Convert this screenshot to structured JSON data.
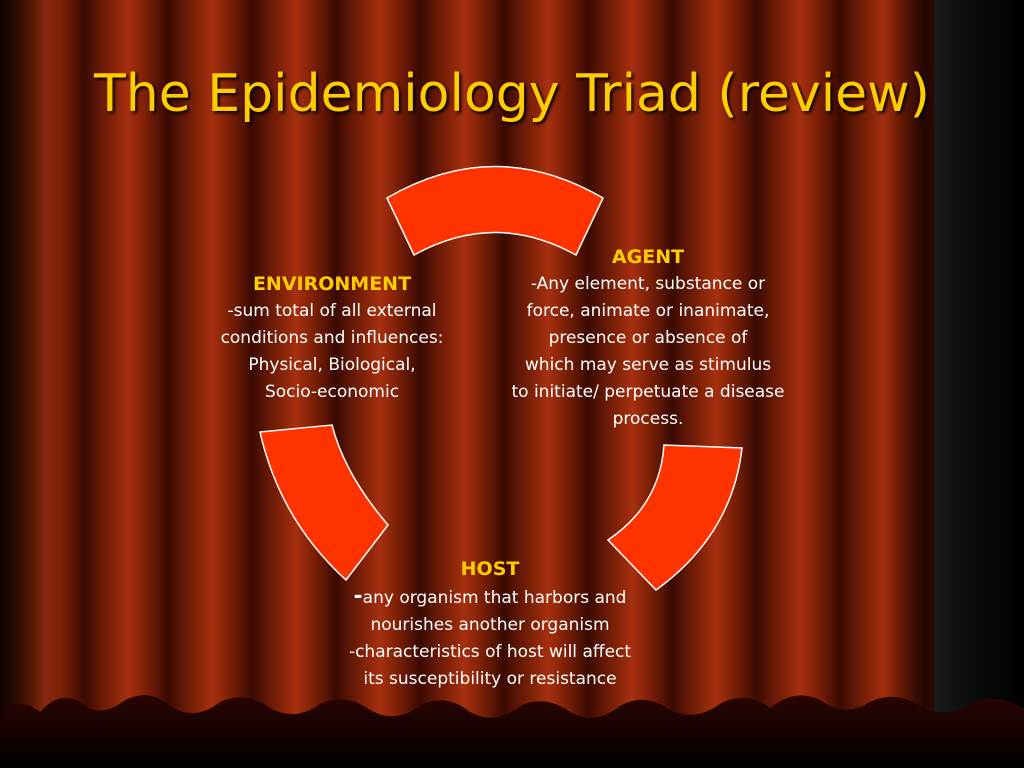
{
  "slide": {
    "title": "The Epidemiology Triad (review)"
  },
  "environment": {
    "heading": "ENVIRONMENT",
    "lines": [
      "-sum total of all external",
      "conditions and influences:",
      "Physical, Biological,",
      "Socio-economic"
    ]
  },
  "agent": {
    "heading": "AGENT",
    "lines": [
      "-Any element, substance or",
      "force, animate or inanimate,",
      "presence or absence of",
      "which may serve as stimulus",
      "to initiate/ perpetuate a disease",
      "process."
    ]
  },
  "host": {
    "heading": "HOST",
    "first_dash": "-",
    "first_line_rest": "any organism that harbors and",
    "lines": [
      "nourishes another organism",
      "-characteristics of host will affect",
      "its susceptibility or resistance"
    ]
  },
  "colors": {
    "title": "#ffcc00",
    "heading": "#ffcc00",
    "body_text": "#ffffff",
    "arc_fill": "#ff3300",
    "arc_stroke": "#ffffff",
    "curtain_dark": "#3a0a02",
    "curtain_light": "#a63010"
  }
}
